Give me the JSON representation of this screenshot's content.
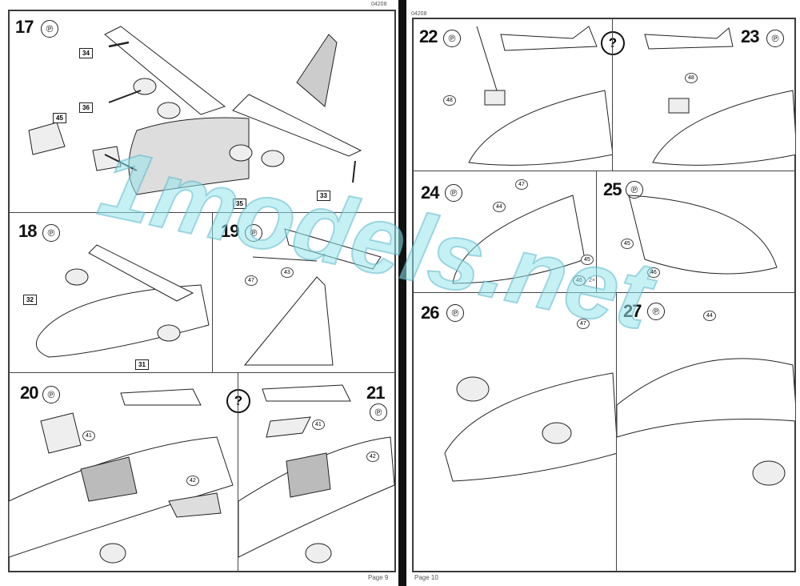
{
  "document_code": "04208",
  "left_page": {
    "page_label": "Page 9",
    "steps": [
      {
        "number": "17",
        "parts": [
          "34",
          "36",
          "45",
          "35",
          "33"
        ]
      },
      {
        "number": "18",
        "parts": [
          "32",
          "31"
        ]
      },
      {
        "number": "19",
        "parts": [
          "47",
          "43"
        ]
      },
      {
        "number": "20",
        "parts": [
          "41",
          "42"
        ]
      },
      {
        "number": "21",
        "parts": [
          "41",
          "42"
        ]
      }
    ]
  },
  "right_page": {
    "page_label": "Page 10",
    "steps": [
      {
        "number": "22",
        "parts": [
          "48"
        ]
      },
      {
        "number": "23",
        "parts": [
          "48"
        ]
      },
      {
        "number": "24",
        "parts": [
          "47",
          "44",
          "45",
          "46"
        ],
        "quantity_note": "2×"
      },
      {
        "number": "25",
        "parts": [
          "45",
          "46"
        ]
      },
      {
        "number": "26",
        "parts": [
          "47"
        ]
      },
      {
        "number": "27",
        "parts": [
          "44"
        ]
      }
    ]
  },
  "option_symbol": "?",
  "glue_symbol": "℗",
  "watermark": "1models.net",
  "colors": {
    "frame": "#333333",
    "watermark": "#96e6eb",
    "divider": "#111111"
  }
}
